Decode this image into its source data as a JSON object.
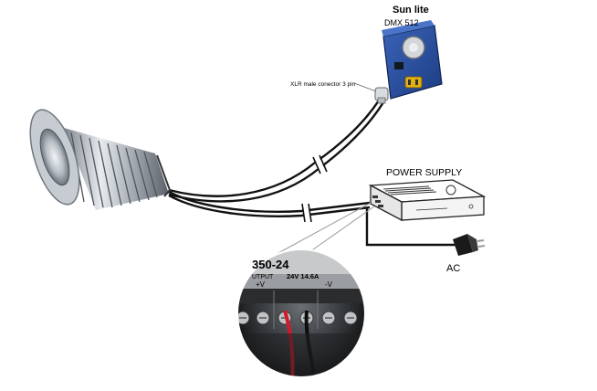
{
  "dmx_title": "Sun lite",
  "dmx_subtitle": "DMX 512",
  "xlr_label": "XLR male conector 3 pin",
  "psu_title": "POWER SUPPLY",
  "ac_label": "AC",
  "zoom": {
    "model": "350-24",
    "output_label": "UTPUT",
    "rating": "24V 14.6A",
    "plus_label": "+V",
    "minus_label": "-V"
  },
  "colors": {
    "dmx_blue": "#2a4f9e",
    "wire": "#111111",
    "red_wire": "#d11a2a",
    "psu_body": "#f4f4f4"
  }
}
